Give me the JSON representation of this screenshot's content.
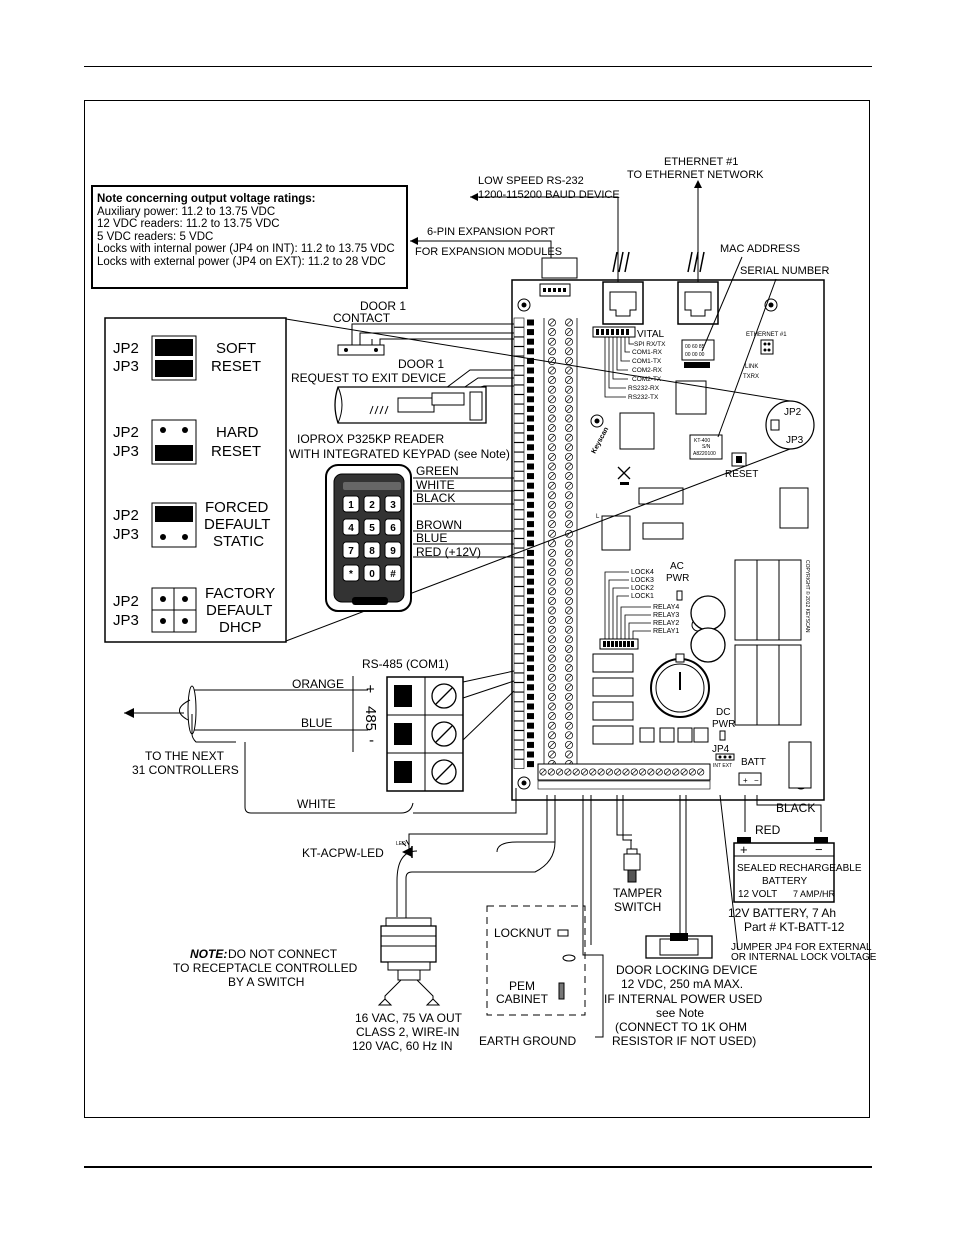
{
  "note": {
    "title": "Note concerning output voltage ratings:",
    "lines": [
      "Auxiliary power: 11.2 to 13.75 VDC",
      "12 VDC readers: 11.2 to 13.75 VDC",
      "5 VDC readers: 5 VDC",
      "Locks with internal power (JP4 on INT): 11.2 to 13.75 VDC",
      "Locks with external power (JP4 on EXT): 11.2 to 28 VDC"
    ]
  },
  "top_labels": {
    "rs232_1": "LOW SPEED RS-232",
    "rs232_2": "1200-115200 BAUD DEVICE",
    "eth_1": "ETHERNET #1",
    "eth_2": "TO ETHERNET NETWORK",
    "exp_1": "6-PIN EXPANSION PORT",
    "exp_2": "FOR EXPANSION MODULES",
    "mac": "MAC ADDRESS",
    "serial": "SERIAL NUMBER"
  },
  "jumpers": {
    "jp2": "JP2",
    "jp3": "JP3",
    "soft_1": "SOFT",
    "soft_2": "RESET",
    "hard_1": "HARD",
    "hard_2": "RESET",
    "forced_1": "FORCED",
    "forced_2": "DEFAULT",
    "forced_3": "STATIC",
    "factory_1": "FACTORY",
    "factory_2": "DEFAULT",
    "factory_3": "DHCP"
  },
  "door": {
    "contact_1": "DOOR 1",
    "contact_2": "CONTACT",
    "rex_1": "DOOR 1",
    "rex_2": "REQUEST TO EXIT DEVICE",
    "reader_1": "IOPROX P325KP READER",
    "reader_2": "WITH INTEGRATED KEYPAD (see Note)"
  },
  "reader_wires": [
    "GREEN",
    "WHITE",
    "BLACK",
    "BROWN",
    "BLUE",
    "RED  (+12V)"
  ],
  "keypad_keys": [
    "1",
    "2",
    "3",
    "4",
    "5",
    "6",
    "7",
    "8",
    "9",
    "*",
    "0",
    "#"
  ],
  "board": {
    "vital": "VITAL",
    "leds": [
      "SPI RX/TX",
      "COM1-RX",
      "COM1-TX",
      "COM2-RX",
      "COM2-TX",
      "RS232-RX",
      "RS232-TX"
    ],
    "eth1": "ETHERNET #1",
    "link": "LINK",
    "txrx": "TXRX",
    "jp2": "JP2",
    "jp3": "JP3",
    "reset": "RESET",
    "serial_tag": [
      "KT-400",
      "S/N",
      "A8220100"
    ],
    "mac_tag": [
      "00 60 85",
      "00 00 00"
    ],
    "ac_pwr_1": "AC",
    "ac_pwr_2": "PWR",
    "dc_pwr_1": "DC",
    "dc_pwr_2": "PWR",
    "locks": [
      "LOCK4",
      "LOCK3",
      "LOCK2",
      "LOCK1"
    ],
    "relays": [
      "RELAY4",
      "RELAY3",
      "RELAY2",
      "RELAY1"
    ],
    "jp4": "JP4",
    "batt": "BATT",
    "int_ext": "INT EXT"
  },
  "rs485": {
    "title": "RS-485 (COM1)",
    "orange": "ORANGE",
    "blue": "BLUE",
    "plus": "+",
    "minus": "-",
    "num": "485",
    "next_1": "TO THE NEXT",
    "next_2": "31 CONTROLLERS",
    "white": "WHITE"
  },
  "power": {
    "led_tag": "LED",
    "led": "KT-ACPW-LED",
    "note_bold": "NOTE:",
    "note_1": " DO NOT CONNECT",
    "note_2": "TO RECEPTACLE CONTROLLED",
    "note_3": "BY A SWITCH",
    "xfmr_1": "16 VAC, 75 VA OUT",
    "xfmr_2": "CLASS 2, WIRE-IN",
    "xfmr_3": "120 VAC, 60 Hz IN"
  },
  "cabinet": {
    "locknut": "LOCKNUT",
    "pem_1": "PEM",
    "pem_2": "CABINET",
    "earth": "EARTH GROUND"
  },
  "tamper": {
    "l1": "TAMPER",
    "l2": "SWITCH"
  },
  "lock": {
    "l1": "DOOR LOCKING DEVICE",
    "l2": "12 VDC, 250 mA MAX.",
    "l3": "IF INTERNAL POWER USED",
    "l4": "see Note",
    "l5": "(CONNECT TO 1K OHM",
    "l6": "RESISTOR IF NOT USED)"
  },
  "battery": {
    "black": "BLACK",
    "red": "RED",
    "plus": "+",
    "minus": "−",
    "b1": "SEALED RECHARGEABLE",
    "b2": "BATTERY",
    "b3": "12 VOLT",
    "b4": "7 AMP/HR",
    "cap_1": "12V BATTERY, 7 Ah",
    "cap_2": "Part # KT-BATT-12",
    "jump_1": "JUMPER JP4 FOR EXTERNAL",
    "jump_2": "OR INTERNAL LOCK VOLTAGE"
  }
}
